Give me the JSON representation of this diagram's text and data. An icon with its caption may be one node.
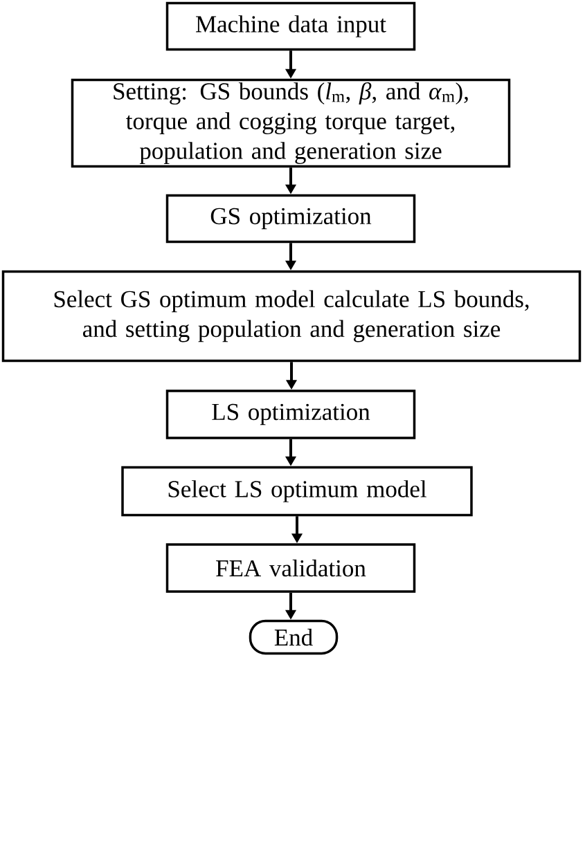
{
  "diagram": {
    "nodes": [
      {
        "text": [
          "Machine data input"
        ]
      },
      {
        "text": [
          "Setting: GS bounds (*l*$_{m}$, *β*, and *α*$_{m}$), torque and cogging torque target, population and generation size"
        ]
      },
      {
        "text": [
          "GS optimization"
        ]
      },
      {
        "text": [
          "Select GS optimum model calculate LS bounds, and setting population and generation size"
        ]
      },
      {
        "text": [
          "LS optimization"
        ]
      },
      {
        "text": [
          "Select LS optimum model"
        ]
      },
      {
        "text": [
          "FEA validation"
        ]
      },
      {
        "text": [
          "End"
        ]
      }
    ],
    "edges": [
      {
        "from": 0,
        "to": 1,
        "arrow": "to"
      },
      {
        "from": 1,
        "to": 2,
        "arrow": "to"
      },
      {
        "from": 2,
        "to": 3,
        "arrow": "to"
      },
      {
        "from": 3,
        "to": 4,
        "arrow": "to"
      },
      {
        "from": 4,
        "to": 5,
        "arrow": "to"
      },
      {
        "from": 5,
        "to": 6,
        "arrow": "to"
      },
      {
        "from": 6,
        "to": 7,
        "arrow": "to"
      }
    ]
  }
}
